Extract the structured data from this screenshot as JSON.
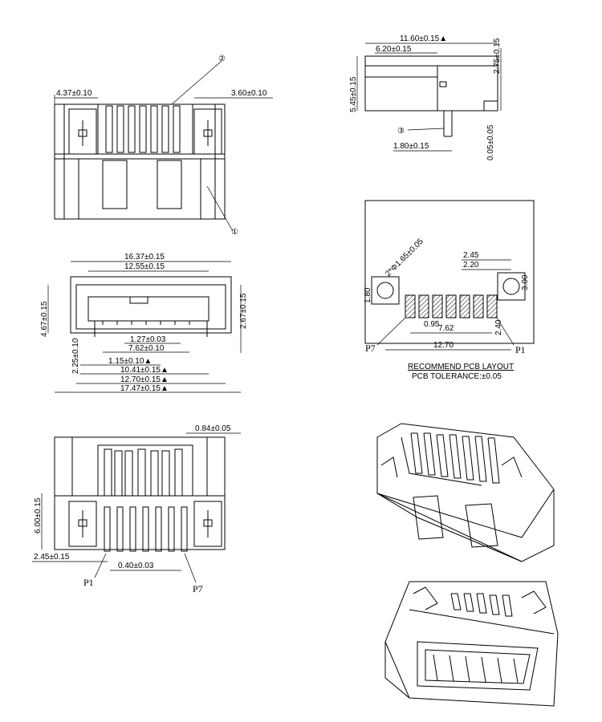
{
  "view_top_left": {
    "dim_left": "4.37±0.10",
    "dim_right": "3.60±0.10",
    "callout_1": "①",
    "callout_2": "②"
  },
  "view_side": {
    "dim_top": "11.60±0.15▲",
    "dim_top2": "6.20±0.15",
    "dim_right_top": "2.75±0.15",
    "dim_left": "5.45±0.15",
    "dim_bottom": "1.80±0.15",
    "dim_right_bottom": "0.05±0.05",
    "callout_3": "③"
  },
  "view_front": {
    "dim_1": "16.37±0.15",
    "dim_2": "12.55±0.15",
    "dim_left": "4.67±0.15",
    "dim_right": "2.67±0.15",
    "dim_left2": "2.25±0.10",
    "dim_3": "1.27±0.03",
    "dim_4": "7.62±0.10",
    "dim_5": "1.15±0.10▲",
    "dim_6": "10.41±0.15▲",
    "dim_7": "12.70±0.15▲",
    "dim_8": "17.47±0.15▲"
  },
  "view_bottom": {
    "dim_top_right": "0.84±0.05",
    "dim_left": "6.00±0.15",
    "dim_bottom_left": "2.45±0.15",
    "dim_bottom": "0.40±0.03",
    "p1": "P1",
    "p7": "P7"
  },
  "pcb_layout": {
    "dim_hole": "2*Φ1.65±0.05",
    "dim_245": "2.45",
    "dim_220": "2.20",
    "dim_180": "1.80",
    "dim_300": "3.00",
    "dim_095": "0.95",
    "dim_762": "7.62",
    "dim_240": "2.40",
    "dim_1270": "12.70",
    "p7": "P7",
    "p1": "P1",
    "note_1": "RECOMMEND PCB LAYOUT",
    "note_2": "PCB TOLERANCE:±0.05"
  }
}
